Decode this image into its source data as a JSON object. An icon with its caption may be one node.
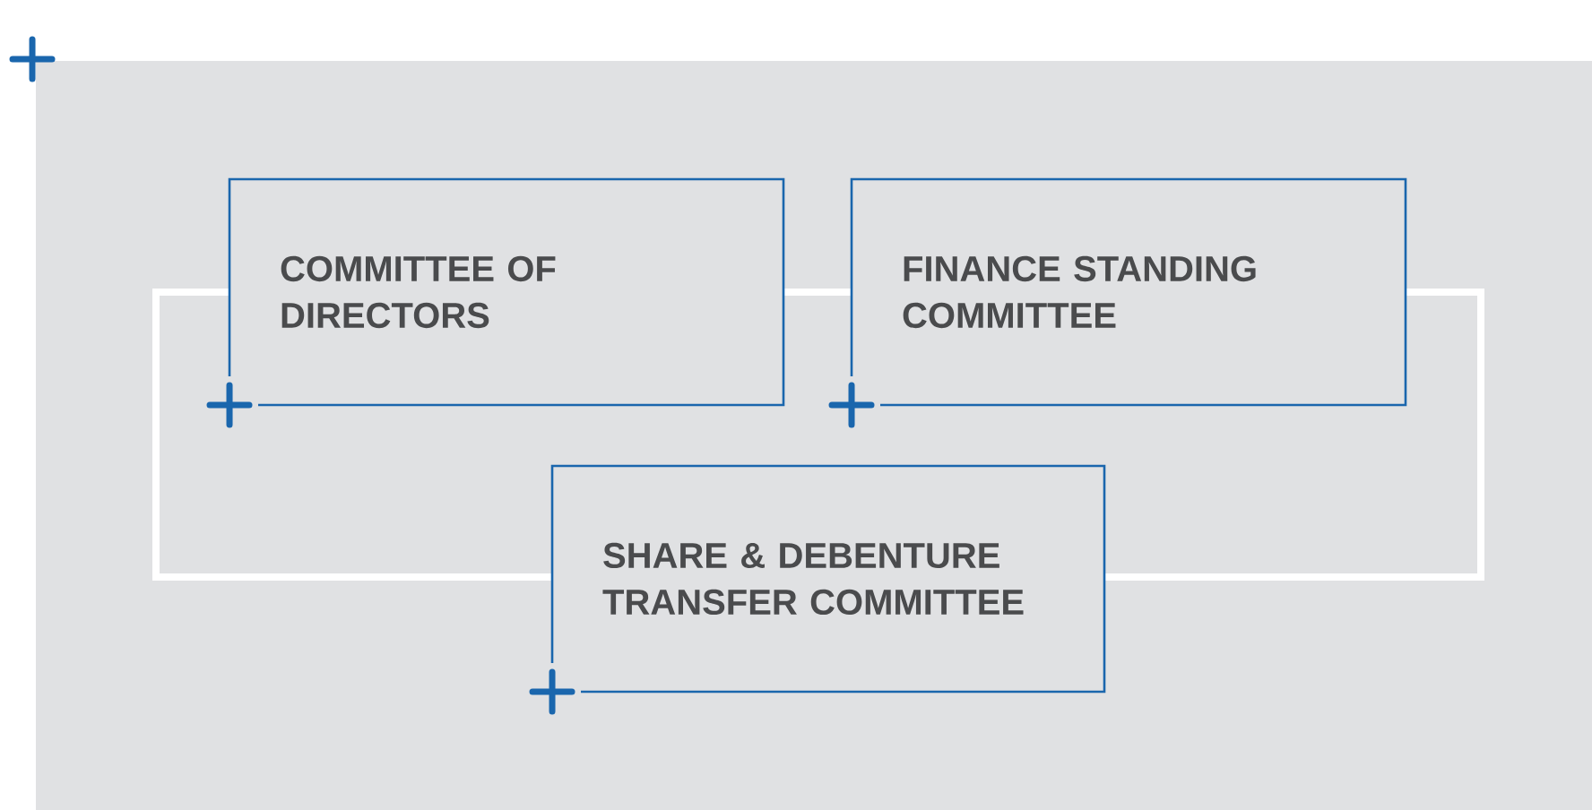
{
  "diagram": {
    "nodes": [
      {
        "text": [
          "COMMITTEE OF DIRECTORS"
        ]
      },
      {
        "text": [
          "FINANCE STANDING COMMITTEE"
        ]
      },
      {
        "text": [
          "SHARE & DEBENTURE TRANSFER COMMITTEE"
        ]
      }
    ]
  }
}
